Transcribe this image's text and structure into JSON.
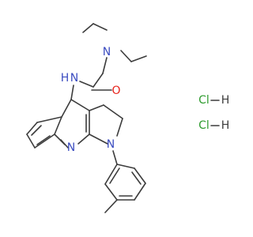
{
  "structure": {
    "atoms": {
      "n_amine": {
        "text": "N",
        "color": "#3b4cc0"
      },
      "o_carbonyl": {
        "text": "O",
        "color": "#e8231c"
      },
      "n_amide": {
        "text": "N",
        "color": "#3b4cc0"
      },
      "h_amide": {
        "text": "H",
        "color": "#3b4cc0"
      },
      "n_pyridine": {
        "text": "N",
        "color": "#3b4cc0"
      },
      "n_pyrrolidine": {
        "text": "N",
        "color": "#3b4cc0"
      }
    },
    "salts": [
      {
        "cl": "Cl",
        "h": "H",
        "color": "#2e9b2e"
      },
      {
        "cl": "Cl",
        "h": "H",
        "color": "#2e9b2e"
      }
    ]
  }
}
